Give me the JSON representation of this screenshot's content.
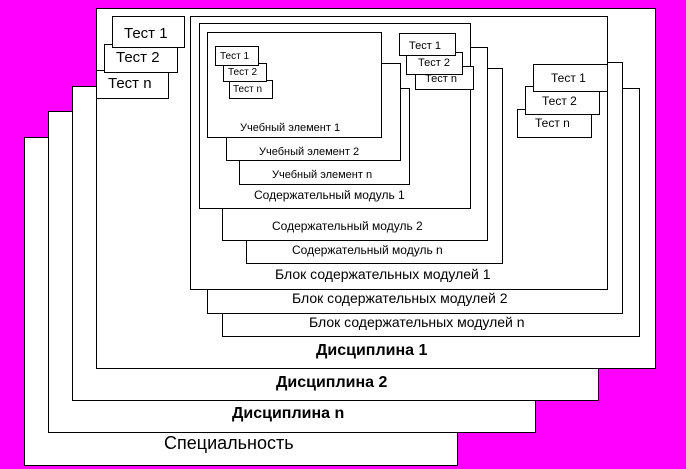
{
  "specialty": "Специальность",
  "disciplines": {
    "d1": "Дисциплина 1",
    "d2": "Дисциплина 2",
    "dn": "Дисциплина n"
  },
  "discipline_tests": {
    "t1": "Тест 1",
    "t2": "Тест 2",
    "tn": "Тест n"
  },
  "blocks": {
    "b1": "Блок содержательных модулей 1",
    "b2": "Блок содержательных модулей 2",
    "bn": "Блок содержательных модулей n"
  },
  "block_tests": {
    "t1": "Тест 1",
    "t2": "Тест 2",
    "tn": "Тест n"
  },
  "modules": {
    "m1": "Содержательный модуль 1",
    "m2": "Содержательный модуль 2",
    "mn": "Содержательный модуль n"
  },
  "module_tests": {
    "t1": "Тест 1",
    "t2": "Тест 2",
    "tn": "Тест n"
  },
  "elements": {
    "e1": "Учебный элемент 1",
    "e2": "Учебный элемент 2",
    "en": "Учебный элемент n"
  },
  "element_tests": {
    "t1": "Тест 1",
    "t2": "Тест 2",
    "tn": "Тест n"
  }
}
